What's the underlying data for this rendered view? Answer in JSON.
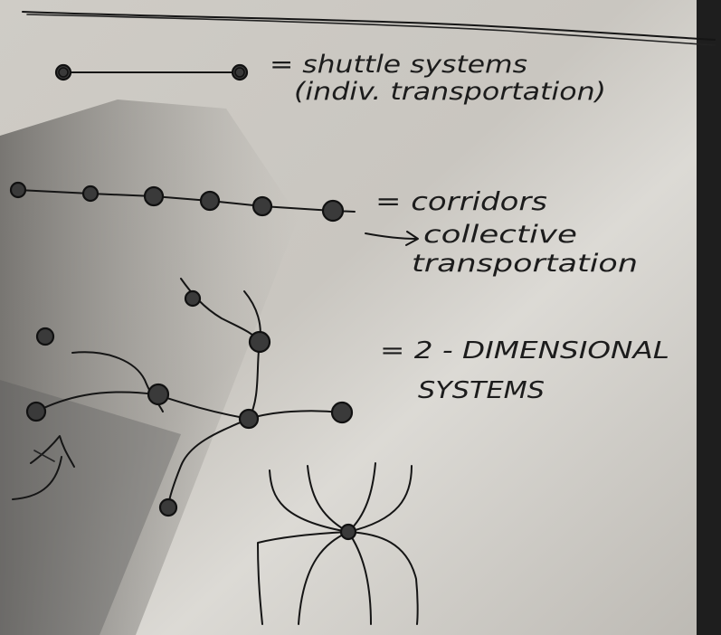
{
  "legend": [
    {
      "id": "shuttle",
      "lines": [
        "= shuttle systems",
        "(indiv. transportation)"
      ]
    },
    {
      "id": "corridors",
      "lines": [
        "= corridors",
        "collective",
        "transportation"
      ]
    },
    {
      "id": "two-dim",
      "lines": [
        "= 2 - DIMENSIONAL",
        "SYSTEMS"
      ]
    }
  ],
  "colors": {
    "paper_light": "#d9d7d2",
    "paper_shadow": "#8c8a86",
    "ink": "#151515",
    "background": "#1a1a1a"
  }
}
